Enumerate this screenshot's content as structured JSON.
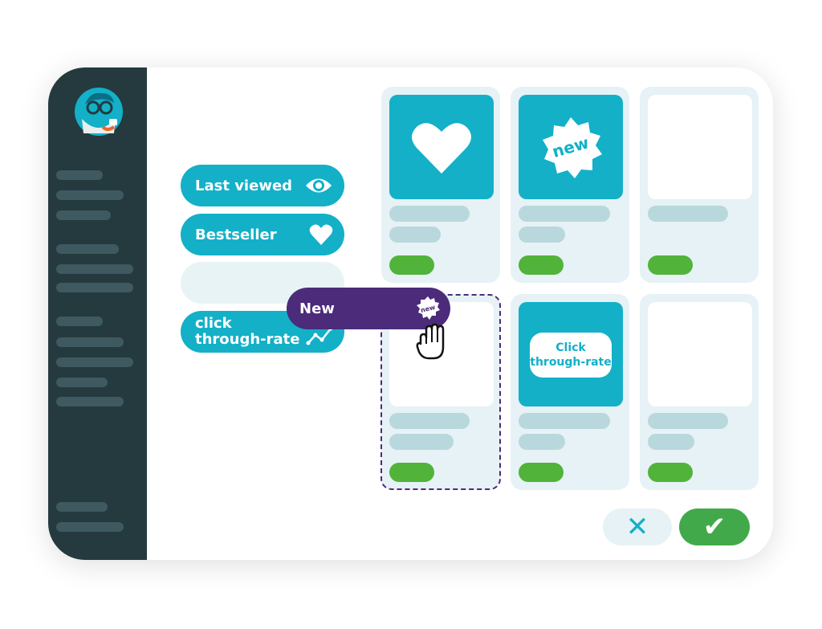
{
  "filters": [
    {
      "label": "Last viewed",
      "icon": "eye-icon"
    },
    {
      "label": "Bestseller",
      "icon": "heart-icon"
    },
    {
      "label": "",
      "icon": ""
    },
    {
      "label_line1": "click",
      "label_line2": "through-rate",
      "icon": "trend-chart-icon"
    }
  ],
  "drag_item": {
    "label": "New",
    "badge_text": "new"
  },
  "cards": [
    {
      "thumb": "heart"
    },
    {
      "thumb": "new-badge",
      "badge_text": "new"
    },
    {
      "thumb": "empty"
    },
    {
      "thumb": "drop-target"
    },
    {
      "thumb": "ctr",
      "label_line1": "Click",
      "label_line2": "through-rate"
    },
    {
      "thumb": "empty"
    }
  ],
  "actions": {
    "cancel_symbol": "✕",
    "confirm_symbol": "✔"
  },
  "colors": {
    "accent": "#13b0c8",
    "purple": "#4b2b7a",
    "green": "#51b33a",
    "sidebar": "#243a3f"
  }
}
